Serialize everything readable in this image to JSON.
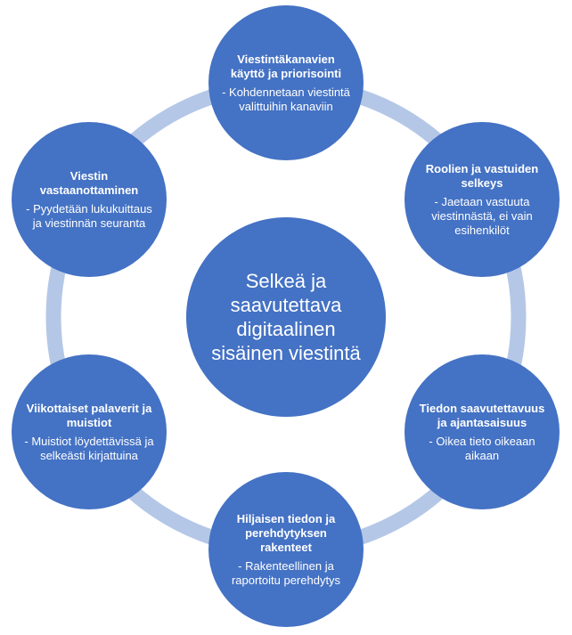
{
  "diagram": {
    "center": {
      "title": "Selkeä ja saavutettava digitaalinen sisäinen viestintä"
    },
    "nodes": [
      {
        "id": "top",
        "title": "Viestintäkanavien käyttö ja priorisointi",
        "desc": "- Kohdennetaan viestintä valittuihin kanaviin"
      },
      {
        "id": "upper-right",
        "title": "Roolien ja vastuiden selkeys",
        "desc": "- Jaetaan vastuuta viestinnästä, ei vain esihenkilöt"
      },
      {
        "id": "lower-right",
        "title": "Tiedon saavutettavuus ja ajantasaisuus",
        "desc": "- Oikea tieto oikeaan aikaan"
      },
      {
        "id": "bottom",
        "title": "Hiljaisen tiedon ja perehdytyksen rakenteet",
        "desc": "- Rakenteellinen ja raportoitu perehdytys"
      },
      {
        "id": "lower-left",
        "title": "Viikottaiset palaverit ja muistiot",
        "desc": "- Muistiot löydettävissä ja selkeästi kirjattuina"
      },
      {
        "id": "upper-left",
        "title": "Viestin vastaanottaminen",
        "desc": "- Pyydetään lukukuittaus ja viestinnän seuranta"
      }
    ],
    "colors": {
      "circle": "#4472c4",
      "ring": "#b4c7e7",
      "text": "#ffffff"
    }
  }
}
